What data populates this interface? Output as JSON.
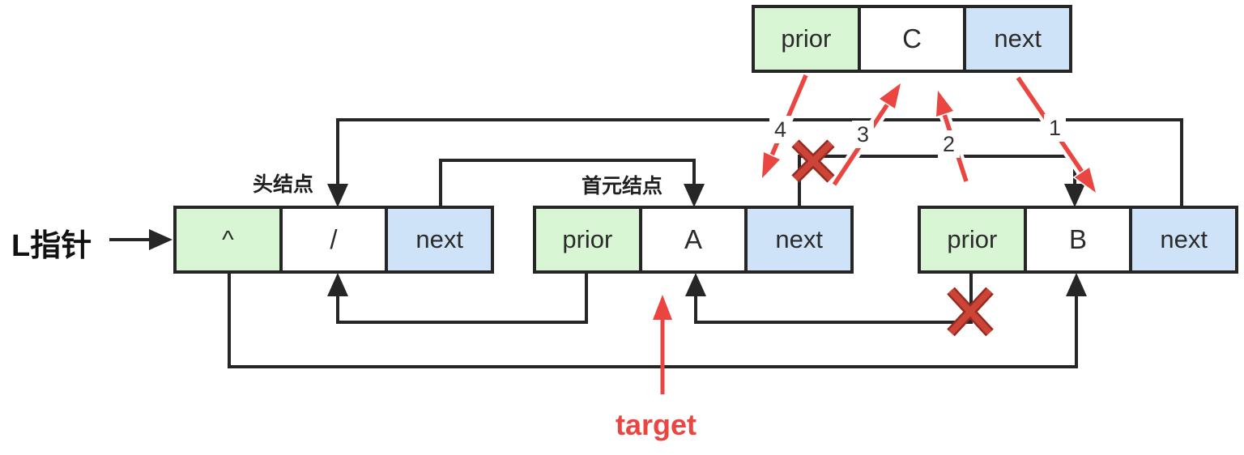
{
  "diagram": {
    "title_semantics": "doubly linked list insert node C between A and B",
    "pointer_label": "L指针",
    "head_label": "头结点",
    "first_label": "首元结点",
    "target_label": "target",
    "nodes": {
      "c": {
        "prior": "prior",
        "data": "C",
        "next": "next"
      },
      "head": {
        "prior": "^",
        "data": "/",
        "next": "next"
      },
      "a": {
        "prior": "prior",
        "data": "A",
        "next": "next"
      },
      "b": {
        "prior": "prior",
        "data": "B",
        "next": "next"
      }
    },
    "steps": {
      "one": "1",
      "two": "2",
      "three": "3",
      "four": "4"
    },
    "colors": {
      "prior_cell_green": "#d8f6d3",
      "next_cell_blue": "#cfe3f8",
      "line_black": "#262626",
      "arrow_red": "#ea4540",
      "cross_red": "#c0392b"
    }
  }
}
